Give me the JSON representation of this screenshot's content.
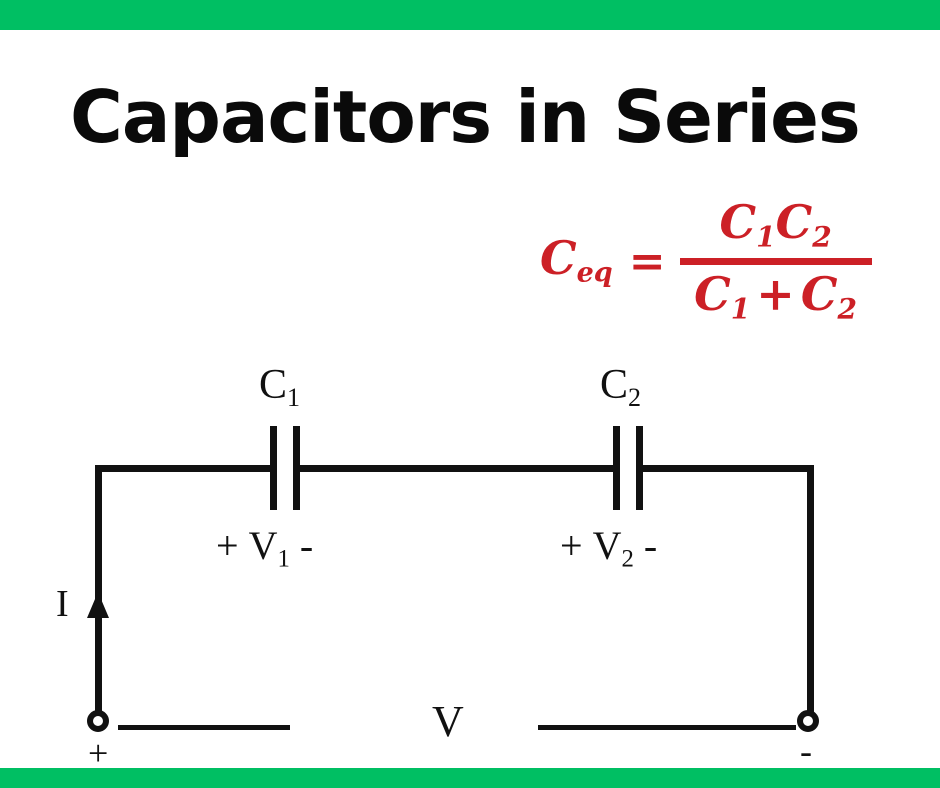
{
  "theme": {
    "band_color": "#00bf63",
    "equation_color": "#cc2026",
    "ink_color": "#111111",
    "background": "#ffffff"
  },
  "header": {
    "title": "Capacitors in Series"
  },
  "equation": {
    "lhs_symbol": "C",
    "lhs_subscript": "eq",
    "relation": "=",
    "numerator": {
      "term1_symbol": "C",
      "term1_subscript": "1",
      "term2_symbol": "C",
      "term2_subscript": "2"
    },
    "denominator": {
      "term1_symbol": "C",
      "term1_subscript": "1",
      "operator": "+",
      "term2_symbol": "C",
      "term2_subscript": "2"
    },
    "plain_text": "Ceq = C1C2 / (C1 + C2)"
  },
  "circuit": {
    "capacitor1": {
      "label_symbol": "C",
      "label_subscript": "1",
      "voltage_plus": "+",
      "voltage_symbol": "V",
      "voltage_subscript": "1",
      "voltage_minus": "-"
    },
    "capacitor2": {
      "label_symbol": "C",
      "label_subscript": "2",
      "voltage_plus": "+",
      "voltage_symbol": "V",
      "voltage_subscript": "2",
      "voltage_minus": "-"
    },
    "current_label": "I",
    "source_label": "V",
    "terminal_positive": "+",
    "terminal_negative": "-"
  }
}
